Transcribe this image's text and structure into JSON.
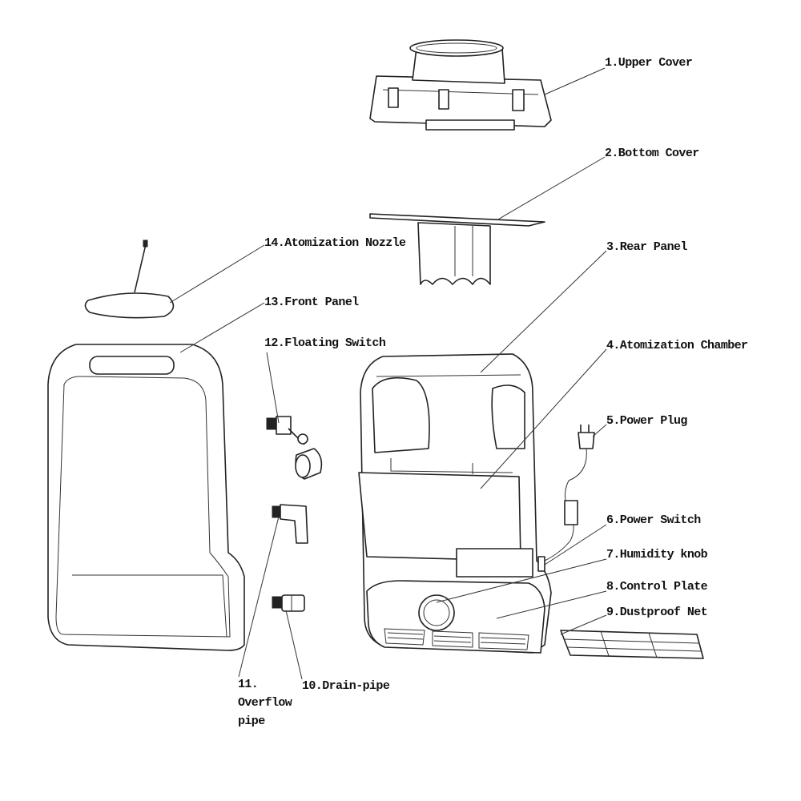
{
  "labels": {
    "upper_cover": "1.Upper Cover",
    "bottom_cover": "2.Bottom Cover",
    "rear_panel": "3.Rear Panel",
    "atomization_chamber": "4.Atomization Chamber",
    "power_plug": "5.Power Plug",
    "power_switch": "6.Power Switch",
    "humidity_knob": "7.Humidity knob",
    "control_plate": "8.Control Plate",
    "dustproof_net": "9.Dustproof Net",
    "drain_pipe": "10.Drain-pipe",
    "overflow_pipe_num": "11.",
    "overflow_pipe_line1": "Overflow",
    "overflow_pipe_line2": "pipe",
    "floating_switch": "12.Floating Switch",
    "front_panel": "13.Front Panel",
    "atomization_nozzle": "14.Atomization Nozzle"
  }
}
